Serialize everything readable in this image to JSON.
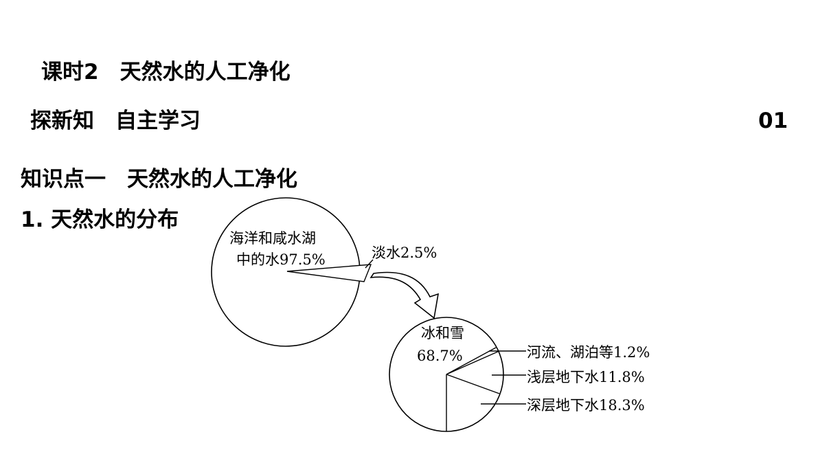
{
  "lesson_title": "课时2　天然水的人工净化",
  "section": {
    "title": "探新知　自主学习",
    "number": "01"
  },
  "knowledge_point": "知识点一　天然水的人工净化",
  "subheading": "1. 天然水的分布",
  "diagram": {
    "total_water": {
      "label_line1": "海洋和咸水湖",
      "label_line2": "中的水97.5%",
      "freshwater_label": "淡水2.5%",
      "saltwater_percent": 97.5,
      "freshwater_percent": 2.5
    },
    "freshwater": {
      "ice_label_line1": "冰和雪",
      "ice_label_line2": "68.7%",
      "rivers_label": "河流、湖泊等1.2%",
      "shallow_label": "浅层地下水11.8%",
      "deep_label": "深层地下水18.3%",
      "ice_percent": 68.7,
      "rivers_percent": 1.2,
      "shallow_percent": 11.8,
      "deep_percent": 18.3
    }
  }
}
